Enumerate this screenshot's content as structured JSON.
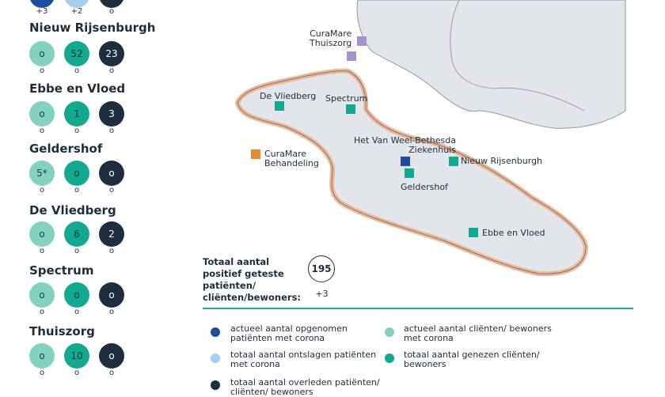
{
  "colors": {
    "island": "#e2e5ea",
    "coast": "#e9b79a",
    "mainland": "#e2e5ea",
    "teal_light": "#82d2bf",
    "teal": "#12a990",
    "dark": "#1f2e3e",
    "navy": "#1b4f9c",
    "sky": "#a8cdee",
    "purple": "#a493c8",
    "orange": "#e8892a"
  },
  "top_row": {
    "values": [
      "",
      "",
      ""
    ],
    "subs": [
      "+3",
      "+2",
      "o"
    ]
  },
  "locations": [
    {
      "name": "Nieuw Rijsenburgh",
      "values": [
        "o",
        "52",
        "23"
      ],
      "subs": [
        "o",
        "o",
        "o"
      ]
    },
    {
      "name": "Ebbe en Vloed",
      "values": [
        "o",
        "1",
        "3"
      ],
      "subs": [
        "o",
        "o",
        "o"
      ]
    },
    {
      "name": "Geldershof",
      "values": [
        "5*",
        "o",
        "o"
      ],
      "subs": [
        "o",
        "o",
        "o"
      ]
    },
    {
      "name": "De Vliedberg",
      "values": [
        "o",
        "6",
        "2"
      ],
      "subs": [
        "o",
        "o",
        "o"
      ]
    },
    {
      "name": "Spectrum",
      "values": [
        "o",
        "o",
        "o"
      ],
      "subs": [
        "o",
        "o",
        "o"
      ]
    },
    {
      "name": "Thuiszorg",
      "values": [
        "o",
        "10",
        "o"
      ],
      "subs": [
        "o",
        "o",
        "o"
      ]
    }
  ],
  "map": {
    "labels": {
      "curamare_thuiszorg": [
        "CuraMare",
        "Thuiszorg"
      ],
      "de_vliedberg": "De Vliedberg",
      "spectrum": "Spectrum",
      "ziekenhuis": [
        "Het Van Weel-Bethesda",
        "Ziekenhuis"
      ],
      "curamare_behandeling": [
        "CuraMare",
        "Behandeling"
      ],
      "nieuw_rijsenburgh": "Nieuw Rijsenburgh",
      "geldershof": "Geldershof",
      "ebbe_en_vloed": "Ebbe en Vloed"
    }
  },
  "total": {
    "label": "Totaal aantal positief geteste patiënten/ cliënten/bewoners:",
    "value": "195",
    "change": "+3"
  },
  "legend": [
    {
      "key": "navy",
      "text": "actueel aantal opgenomen patiënten met corona"
    },
    {
      "key": "sky",
      "text": "totaal aantal ontslagen patiënten met corona"
    },
    {
      "key": "dark",
      "text": "totaal aantal overleden patiënten/ cliënten/ bewoners"
    },
    {
      "key": "teal_light",
      "text": "actueel aantal cliënten/ bewoners met corona"
    },
    {
      "key": "teal",
      "text": "totaal aantal genezen cliënten/ bewoners"
    }
  ]
}
